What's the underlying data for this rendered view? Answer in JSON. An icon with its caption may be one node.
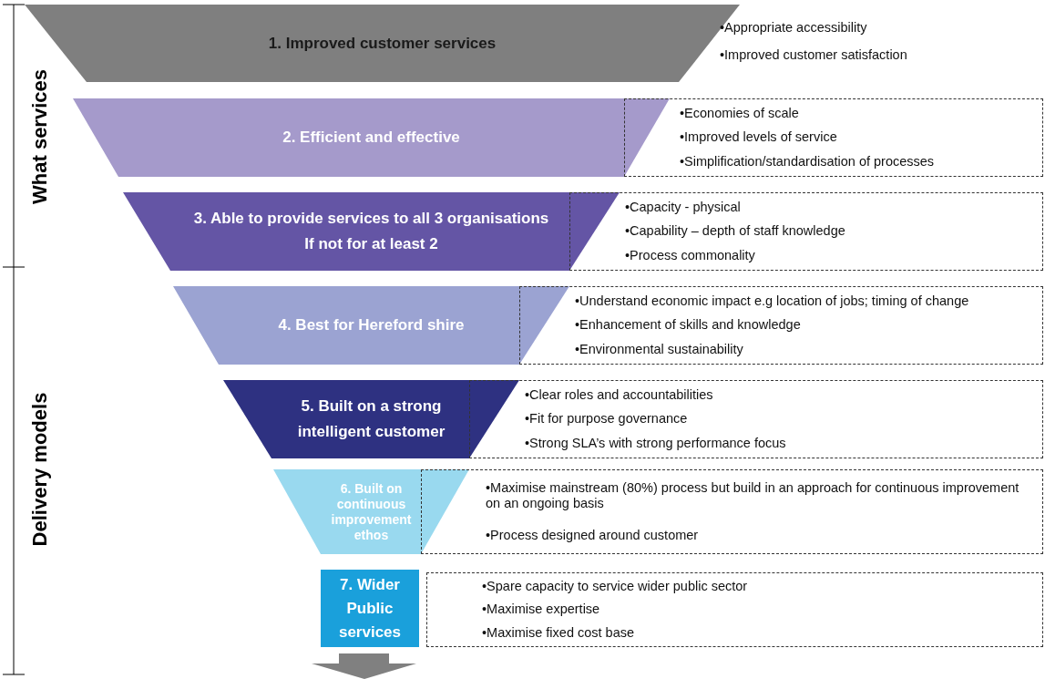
{
  "diagram": {
    "nodes": [
      {
        "text": [
          "1. Improved customer services"
        ],
        "beside": [
          "•Appropriate accessibility",
          "•Improved customer satisfaction"
        ]
      },
      {
        "text": [
          "2. Efficient and effective"
        ]
      },
      {
        "text": [
          "•Economies of scale",
          "•Improved levels of service",
          "•Simplification/standardisation of processes"
        ]
      },
      {
        "text": [
          "3. Able to provide services to all 3 organisations",
          "If not for at least 2"
        ]
      },
      {
        "text": [
          "•Capacity - physical",
          "•Capability – depth of staff knowledge",
          "•Process commonality"
        ]
      },
      {
        "text": [
          "4. Best for Hereford shire"
        ]
      },
      {
        "text": [
          "•Understand economic impact e.g location of jobs; timing of change",
          "•Enhancement of skills and knowledge",
          "•Environmental sustainability"
        ]
      },
      {
        "text": [
          "5. Built on a strong intelligent customer"
        ]
      },
      {
        "text": [
          "•Clear roles and accountabilities",
          "•Fit for purpose governance",
          "•Strong SLA’s with strong performance focus"
        ]
      },
      {
        "text": [
          "6. Built on continuous improvement ethos"
        ]
      },
      {
        "text": [
          "•Maximise mainstream (80%) process but build in an approach for continuous improvement on an ongoing basis",
          "•Process designed around customer"
        ]
      },
      {
        "text": [
          "7. Wider Public services"
        ]
      },
      {
        "text": [
          "•Spare capacity to service wider public sector",
          "•Maximise expertise",
          "•Maximise fixed cost base"
        ]
      }
    ],
    "labels": [
      "What services",
      "Delivery models"
    ]
  }
}
